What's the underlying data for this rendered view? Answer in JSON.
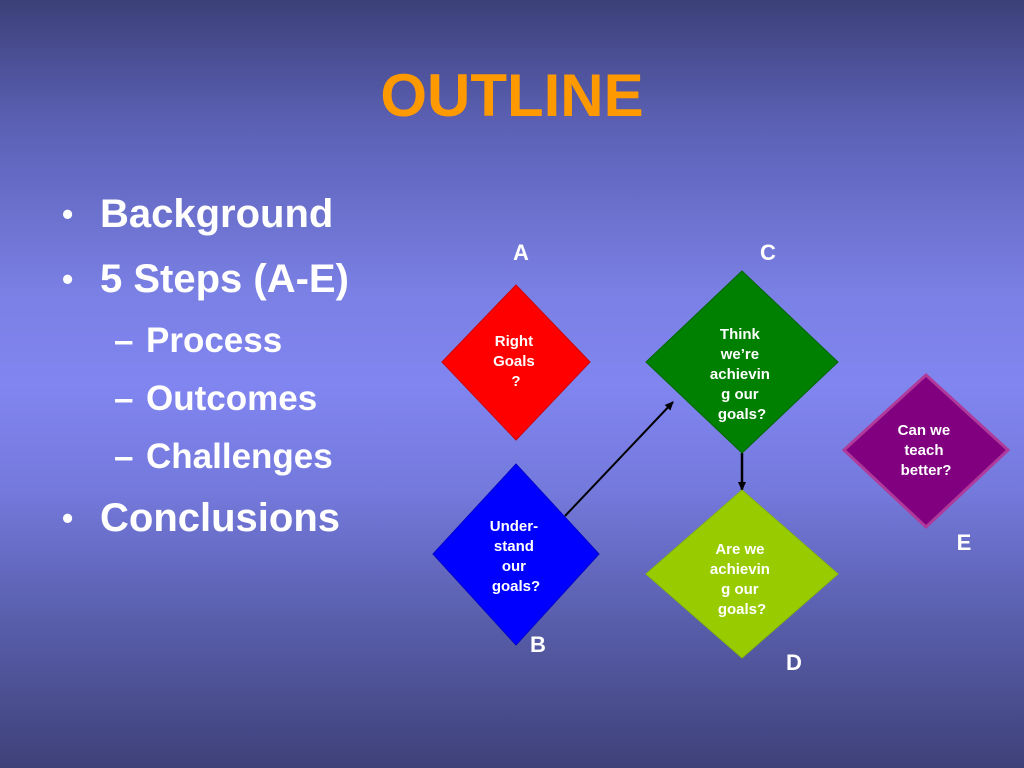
{
  "slide": {
    "title": "OUTLINE",
    "bullets": [
      {
        "text": "Background",
        "level": 1
      },
      {
        "text": "5 Steps (A-E)",
        "level": 1
      },
      {
        "text": "Process",
        "level": 2
      },
      {
        "text": "Outcomes",
        "level": 2
      },
      {
        "text": "Challenges",
        "level": 2
      },
      {
        "text": "Conclusions",
        "level": 1
      }
    ],
    "bullet_marker": "•",
    "sub_marker": "–"
  },
  "diagram": {
    "steps": [
      {
        "letter": "A",
        "lines": [
          "Right",
          "Goals",
          "?"
        ],
        "color": "#ff0000"
      },
      {
        "letter": "B",
        "lines": [
          "Under-",
          "stand",
          "our",
          "goals?"
        ],
        "color": "#0000ff"
      },
      {
        "letter": "C",
        "lines": [
          "Think",
          "we’re",
          "achievin",
          "g our",
          "goals?"
        ],
        "color": "#008000"
      },
      {
        "letter": "D",
        "lines": [
          "Are we",
          "achievin",
          "g our",
          "goals?"
        ],
        "color": "#99cc00"
      },
      {
        "letter": "E",
        "lines": [
          "Can we",
          "teach",
          "better?"
        ],
        "color": "#800080"
      }
    ],
    "connections": [
      {
        "from": "B",
        "to": "C"
      },
      {
        "from": "C",
        "to": "D"
      }
    ]
  }
}
